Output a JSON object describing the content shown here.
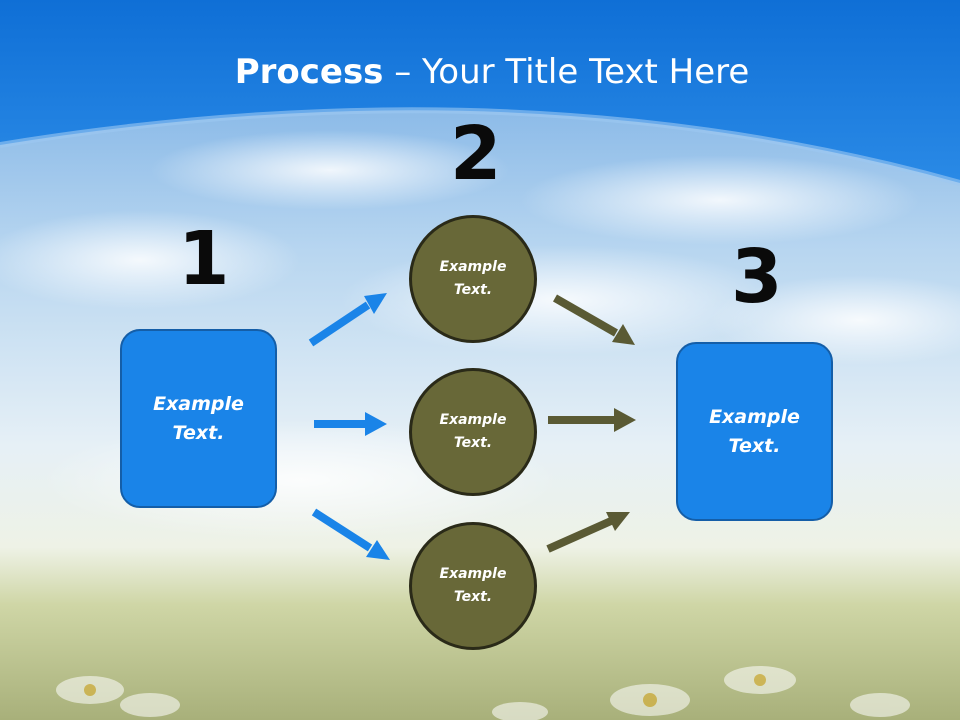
{
  "title": {
    "bold": "Process",
    "rest": " – Your Title Text Here"
  },
  "steps": {
    "one": "1",
    "two": "2",
    "three": "3"
  },
  "input_box": {
    "text": "Example\nText."
  },
  "middle_circles": [
    {
      "text": "Example\nText."
    },
    {
      "text": "Example\nText."
    },
    {
      "text": "Example\nText."
    }
  ],
  "output_box": {
    "text": "Example\nText."
  },
  "colors": {
    "box": "#1a84e8",
    "circle": "#686838",
    "blue_arrow": "#1a84e8",
    "olive_arrow": "#5a5a34"
  }
}
